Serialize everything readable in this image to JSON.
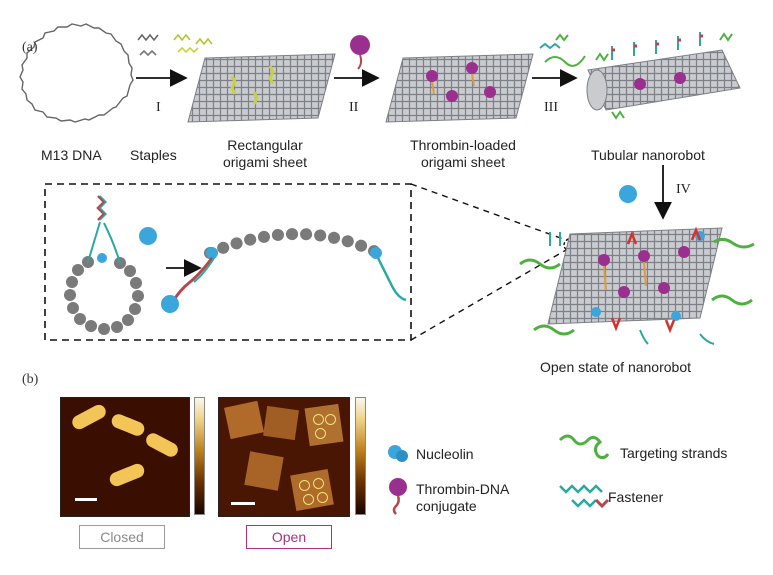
{
  "panel_a": {
    "tag": "(a)",
    "labels": {
      "m13": "M13 DNA",
      "staples": "Staples",
      "rect_line1": "Rectangular",
      "rect_line2": "origami sheet",
      "thrombin_line1": "Thrombin-loaded",
      "thrombin_line2": "origami sheet",
      "tubular": "Tubular nanorobot",
      "open_state": "Open state of nanorobot"
    },
    "steps": [
      "I",
      "II",
      "III",
      "IV"
    ]
  },
  "panel_b": {
    "tag": "(b)",
    "closed_label": "Closed",
    "open_label": "Open",
    "closed_border_color": "#9a9a9a",
    "open_border_color": "#b0307f"
  },
  "legend": {
    "nucleolin": "Nucleolin",
    "thrombin_line1": "Thrombin-DNA",
    "thrombin_line2": "conjugate",
    "targeting": "Targeting strands",
    "fastener": "Fastener"
  },
  "colors": {
    "nucleolin": "#3aa6dc",
    "thrombin": "#9b2f8f",
    "staple": "#c8d23c",
    "targeting": "#4fb040",
    "fastener": "#2aa9a0",
    "sheet": "#8d9096"
  }
}
